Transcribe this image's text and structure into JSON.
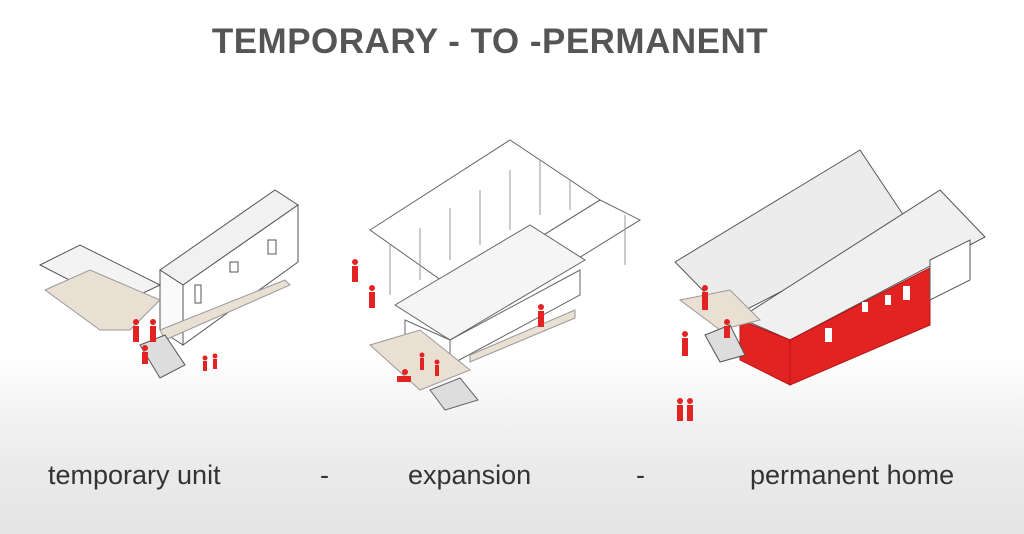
{
  "title": "TEMPORARY - TO -PERMANENT",
  "stages": [
    {
      "label": "temporary unit"
    },
    {
      "label": "expansion"
    },
    {
      "label": "permanent home"
    }
  ],
  "separators": [
    "-",
    "-"
  ],
  "colors": {
    "accent": "#e32222",
    "text": "#333333",
    "title": "#555555"
  }
}
